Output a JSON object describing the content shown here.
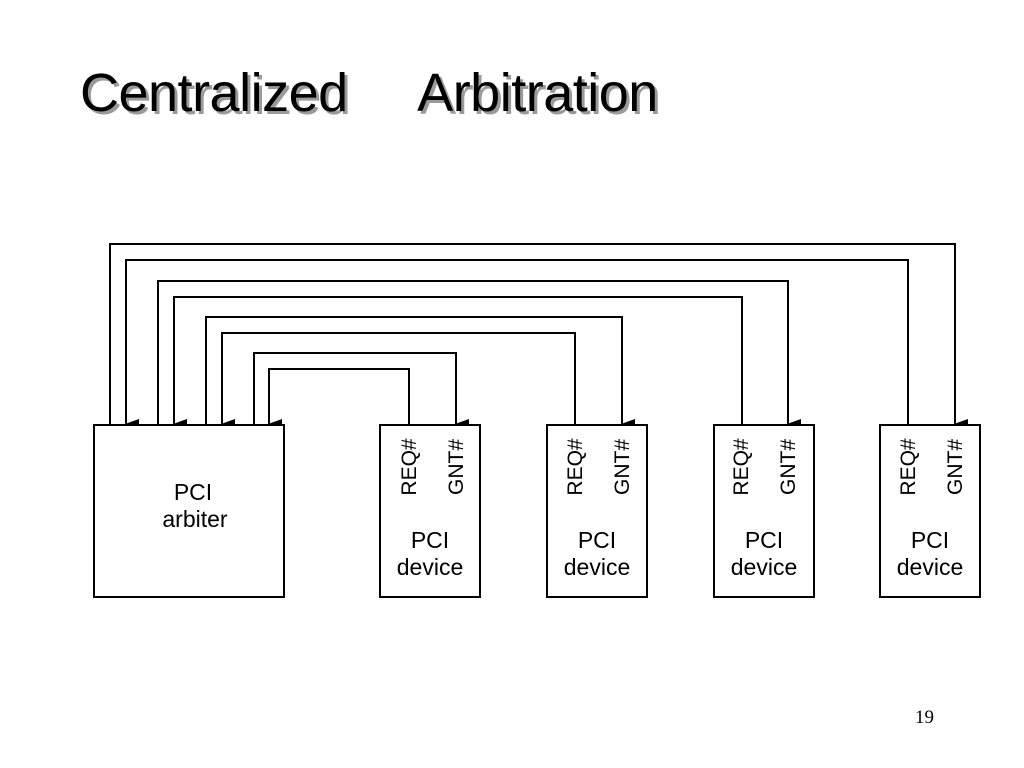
{
  "slide": {
    "title": "Centralized     Arbitration",
    "page_number": "19"
  },
  "diagram": {
    "arbiter": {
      "line1": "PCI",
      "line2": "arbiter"
    },
    "devices": [
      {
        "line1": "PCI",
        "line2": "device",
        "req": "REQ#",
        "gnt": "GNT#"
      },
      {
        "line1": "PCI",
        "line2": "device",
        "req": "REQ#",
        "gnt": "GNT#"
      },
      {
        "line1": "PCI",
        "line2": "device",
        "req": "REQ#",
        "gnt": "GNT#"
      },
      {
        "line1": "PCI",
        "line2": "device",
        "req": "REQ#",
        "gnt": "GNT#"
      }
    ]
  }
}
